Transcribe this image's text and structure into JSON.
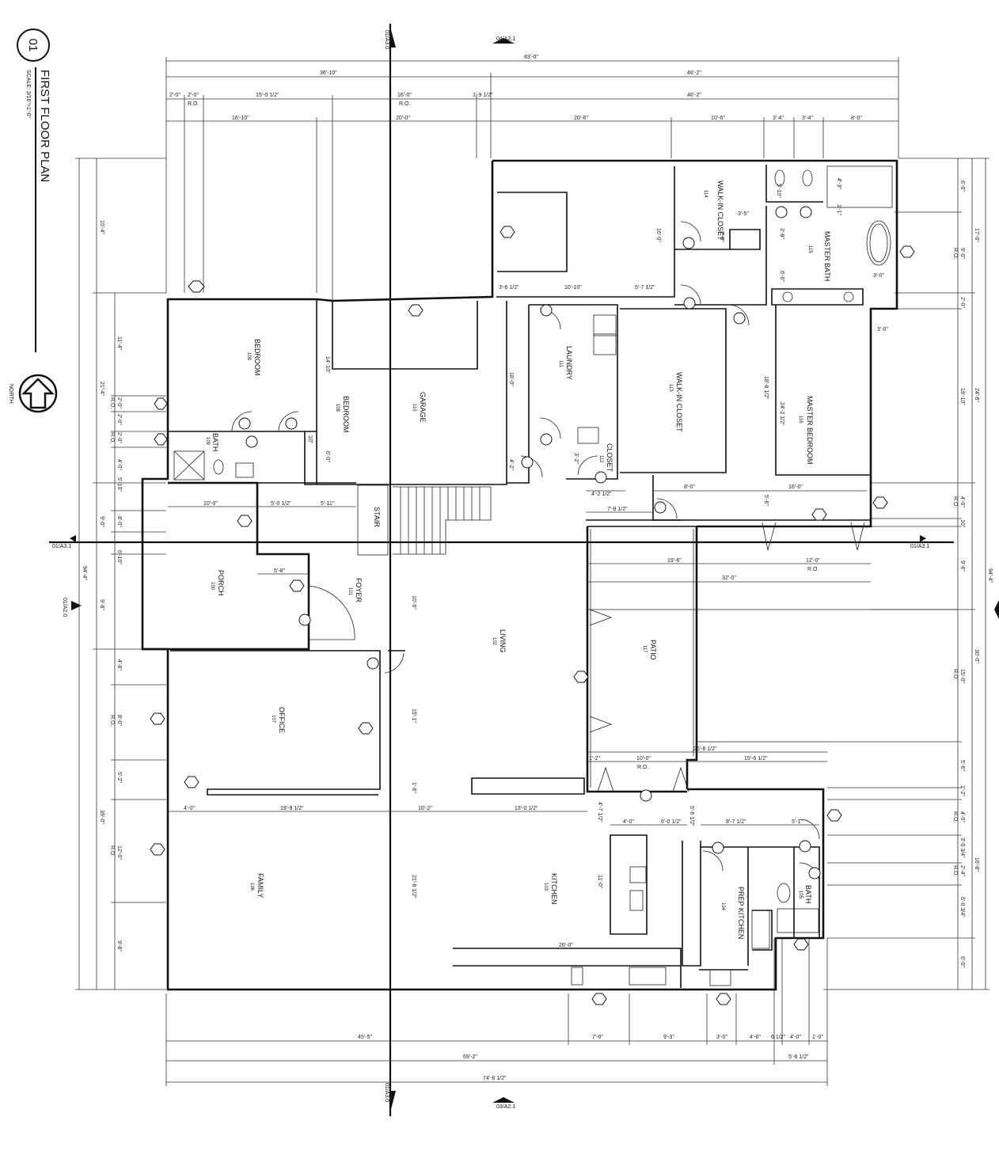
{
  "title": {
    "number": "01",
    "name": "FIRST FLOOR PLAN",
    "scale": "SCALE: 3/16\"=1'-0\"",
    "north": "NORTH"
  },
  "section_marks": {
    "top": "04/A2.1",
    "bottom": "03/A2.1",
    "left": "01/A3.1",
    "right": "01/A3.1",
    "left_side": "01/A2.0",
    "vert_top": "01/A3.0",
    "vert_bottom": "01/A3.0"
  },
  "rooms": {
    "porch": {
      "name": "PORCH",
      "num": "100"
    },
    "foyer": {
      "name": "FOYER",
      "num": "101"
    },
    "living": {
      "name": "LIVING",
      "num": "102"
    },
    "kitchen": {
      "name": "KITCHEN",
      "num": "103"
    },
    "prep_kitchen": {
      "name": "PREP KITCHEN",
      "num": "104"
    },
    "bath105": {
      "name": "BATH",
      "num": "105"
    },
    "family": {
      "name": "FAMILY",
      "num": "106"
    },
    "office": {
      "name": "OFFICE",
      "num": "107"
    },
    "bedroom108": {
      "name": "BEDROOM",
      "num": "108"
    },
    "bath109": {
      "name": "BATH",
      "num": "109"
    },
    "garage": {
      "name": "GARAGE",
      "num": "110"
    },
    "laundry": {
      "name": "LAUNDRY",
      "num": "111"
    },
    "closet": {
      "name": "CLOSET",
      "num": "112"
    },
    "walkin113": {
      "name": "WALK-IN CLOSET",
      "num": "113"
    },
    "walkin114": {
      "name": "WALK-IN CLOSET",
      "num": "114"
    },
    "master_bath": {
      "name": "MASTER BATH",
      "num": "115"
    },
    "master_bedroom": {
      "name": "MASTER BEDROOM",
      "num": "116"
    },
    "patio": {
      "name": "PATIO",
      "num": "117"
    },
    "bedroom": {
      "name": "BEDROOM",
      "num": "108"
    },
    "stair": {
      "name": "STAIR"
    }
  },
  "dims_top": {
    "overall": "83'-0\"",
    "left": "36'-10\"",
    "right": "46'-2\"",
    "r3_a": "2'-0\"",
    "r3_b": "2'-0\"",
    "r3_c": "15'-0 1/2\"",
    "r3_d": "16'-0\"",
    "r3_e": "1'-9 1/2\"",
    "r3_f": "46'-2\"",
    "ro": "R.O.",
    "r4_a": "16'-10\"",
    "r4_b": "20'-0\"",
    "r4_c": "20'-6\"",
    "r4_d": "10'-6\"",
    "r4_e": "3'-4\"",
    "r4_f": "3'-4\"",
    "r4_g": "8'-0\""
  },
  "dims_bottom": {
    "b1_a": "45'-5\"",
    "b1_b": "7'-0\"",
    "b1_c": "9'-3\"",
    "b1_d": "3'-0\"",
    "b1_e": "4'-6\"",
    "b1_f": "6 1/2\"",
    "b1_g": "4'-0\"",
    "b1_h": "1'-0\"",
    "b2_a": "69'-2\"",
    "b2_b": "5'-6 1/2\"",
    "b3": "74'-8 1/2\""
  },
  "dims_left": {
    "l_a": "15'-4\"",
    "l_b": "11'-4\"",
    "l_c": "21'-4\"",
    "l_d": "2'-0\"",
    "l_e": "2'-0\"",
    "l_f": "2'-0\"",
    "l_g": "2'-0\"",
    "l_h": "4'-0\"",
    "l_i": "5'-10\"",
    "l_j": "8'-0\"",
    "l_k": "9'-0\"",
    "l_l": "6'-10\"",
    "l_m": "9'-8\"",
    "l_n": "4'-8\"",
    "l_o": "8'-0\"",
    "l_p": "5'-2\"",
    "l_q": "12'-0\"",
    "l_r": "9'-8\"",
    "l_s": "39'-0\"",
    "l_t": "94'-4\"",
    "ro": "R.O."
  },
  "dims_right": {
    "r_a": "6'-0\"",
    "r_b": "9'-0\"",
    "r_c": "17'-0\"",
    "r_d": "2'-0\"",
    "r_e": "19'-10\"",
    "r_f": "24'-8\"",
    "r_g": "4'-0\"",
    "r_h": "10\"",
    "r_i": "9'-6\"",
    "r_j": "15'-0\"",
    "r_k": "30'-0\"",
    "r_l": "5'-6\"",
    "r_m": "1'-2\"",
    "r_n": "4'-0\"",
    "r_o": "3'-0 3/4\"",
    "r_p": "2'-4\"",
    "r_q": "6'-0 3/4\"",
    "r_r": "16'-8\"",
    "r_s": "6'-0\"",
    "r_t": "94'-4\"",
    "ro": "R.O."
  },
  "dims_inner": {
    "a": "10'-0\"",
    "b": "5'-0 1/2\"",
    "c": "5'-11\"",
    "d": "5'-8\"",
    "e": "18'-0\"",
    "f": "14'-10\"",
    "g": "6'-0\"",
    "h": "10\"",
    "i": "3'-6 1/2\"",
    "j": "10'-10\"",
    "k": "5'-7 1/2\"",
    "l": "16'-0\"",
    "m": "18'-0\"",
    "n": "4'-2\"",
    "o": "3'-2\"",
    "p": "4'-2 1/2\"",
    "q": "7'-8 1/2\"",
    "r": "8'-0\"",
    "s": "16'-0\"",
    "t": "18'-8 1/2\"",
    "u": "24'-2 1/2\"",
    "v": "5'-6\"",
    "w": "19'-6\"",
    "x": "12'-0\"",
    "y": "32'-0\"",
    "z": "10'-6\"",
    "aa": "15'-1\"",
    "ab": "1'-6\"",
    "ac": "26'-8 1/2\"",
    "ad": "1'-2\"",
    "ae": "10'-0\"",
    "af": "15'-6 1/2\"",
    "ag": "4'-0\"",
    "ah": "19'-9 1/2\"",
    "ai": "10'-2\"",
    "aj": "13'-0 1/2\"",
    "ak": "4'-7 1/2\"",
    "al": "4'-0\"",
    "am": "6'-0 1/2\"",
    "an": "5'-6 1/2\"",
    "ao": "8'-7 1/2\"",
    "ap": "5'-1\"",
    "aq": "11'-0\"",
    "ar": "21'-8 1/2\"",
    "as": "26'-0\"",
    "at": "5'-10\"",
    "au": "3'-5\"",
    "av": "2'-0\"",
    "aw": "3'-8\"",
    "ax": "6'-6\"",
    "ay": "3'-0\"",
    "az": "4'-3\"",
    "ba": "1'-1\"",
    "bb": "3'-0\"",
    "ro": "R.O."
  }
}
